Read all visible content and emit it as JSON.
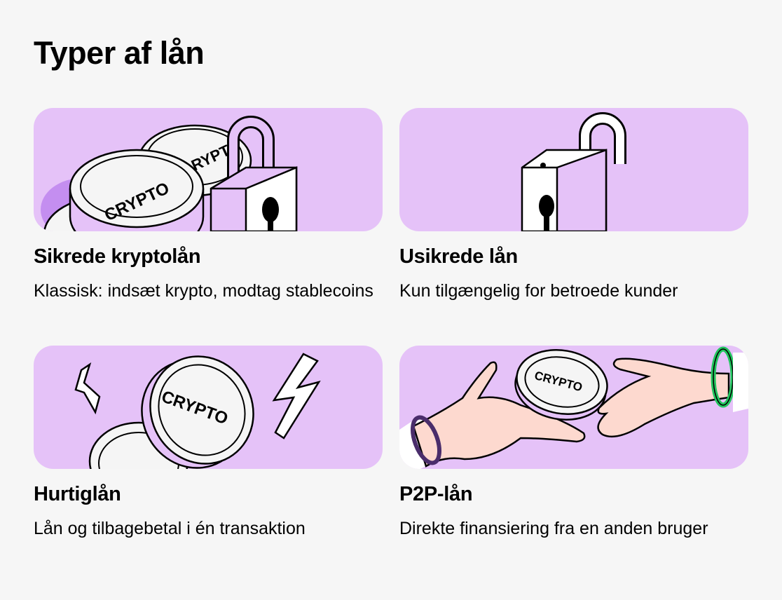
{
  "page_title": "Typer af lån",
  "colors": {
    "background": "#f6f6f6",
    "card": "#e5c2f8",
    "accent_dark": "#c48ef0",
    "skin": "#fdd9cf",
    "bracelet": "#22c55e"
  },
  "cards": [
    {
      "title": "Sikrede kryptolån",
      "description": "Klassisk: indsæt krypto, modtag stablecoins",
      "illustration": "crypto-coins-with-locked-padlock",
      "coin_label": "CRYPTO"
    },
    {
      "title": "Usikrede lån",
      "description": "Kun tilgængelig for betroede kunder",
      "illustration": "unlocked-padlock"
    },
    {
      "title": "Hurtiglån",
      "description": "Lån og tilbagebetal i én transaktion",
      "illustration": "crypto-coins-with-lightning",
      "coin_label": "CRYPTO"
    },
    {
      "title": "P2P-lån",
      "description": "Direkte finansiering fra en anden bruger",
      "illustration": "hands-passing-crypto-coin",
      "coin_label": "CRYPTO"
    }
  ]
}
